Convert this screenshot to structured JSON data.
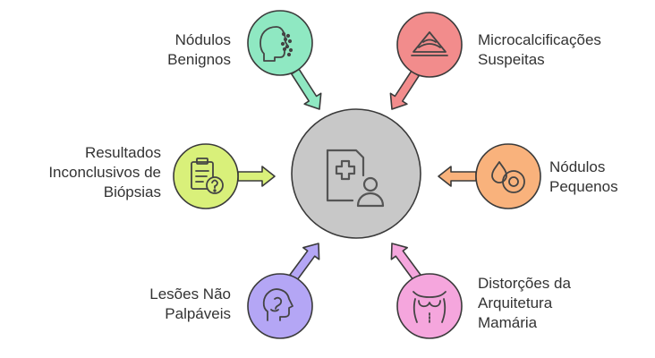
{
  "hub": {
    "icon": "medical-document-icon",
    "color": "#C8C8C8"
  },
  "nodes": [
    {
      "id": "nodulos-benignos",
      "lines": [
        "Nódulos",
        "Benignos"
      ],
      "color": "#8FE8C2",
      "icon": "face-skin-icon"
    },
    {
      "id": "microcalcificacoes",
      "lines": [
        "Microcalcificações",
        "Suspeitas"
      ],
      "color": "#F28C8C",
      "icon": "ultrasound-scan-icon"
    },
    {
      "id": "resultados-inconclusivos",
      "lines": [
        "Resultados",
        "Inconclusivos de",
        "Biópsias"
      ],
      "color": "#D9F07A",
      "icon": "clipboard-question-icon"
    },
    {
      "id": "nodulos-pequenos",
      "lines": [
        "Nódulos",
        "Pequenos"
      ],
      "color": "#F9B27C",
      "icon": "cell-drop-icon"
    },
    {
      "id": "lesoes-nao-palpaveis",
      "lines": [
        "Lesões Não",
        "Palpáveis"
      ],
      "color": "#B4A6F5",
      "icon": "head-profile-icon"
    },
    {
      "id": "distorcoes-arquitetura",
      "lines": [
        "Distorções da",
        "Arquitetura",
        "Mamária"
      ],
      "color": "#F5A6DD",
      "icon": "torso-icon"
    }
  ]
}
